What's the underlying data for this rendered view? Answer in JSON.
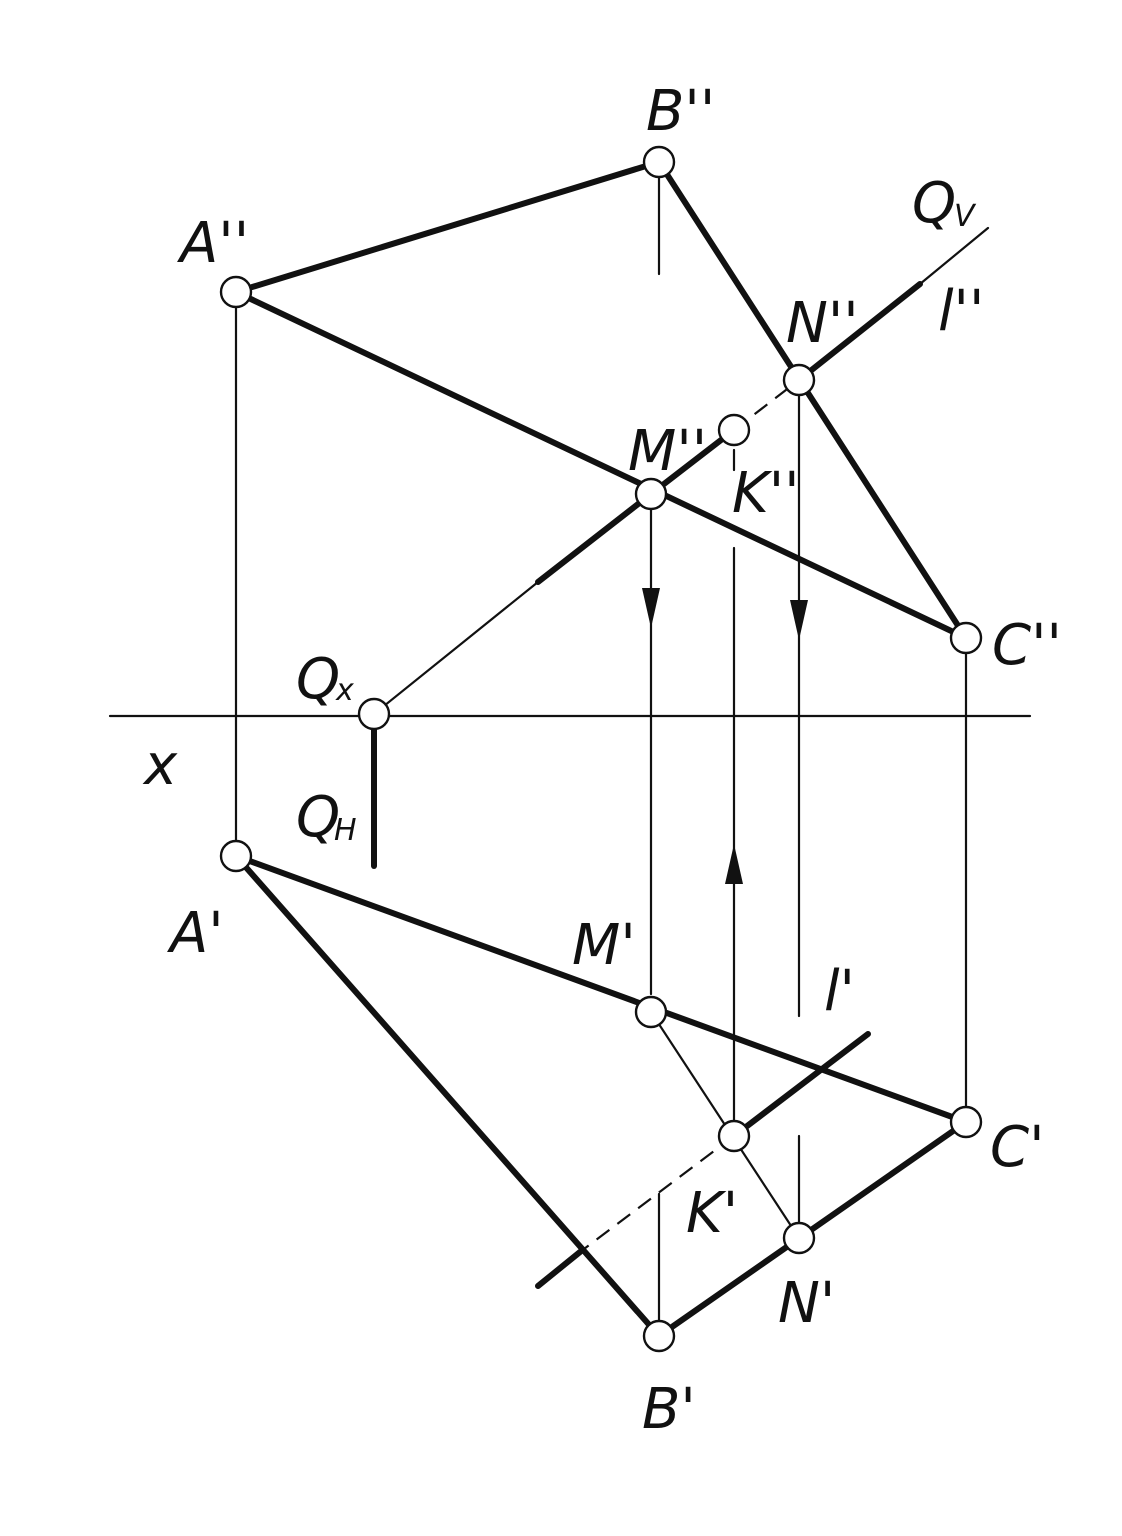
{
  "labels": {
    "B2": "B''",
    "A2": "A''",
    "N2": "N''",
    "M2": "M''",
    "K2": "K''",
    "C2": "C''",
    "Qv_main": "Q",
    "Qv_sub": "V",
    "l2": "l''",
    "Qx_main": "Q",
    "Qx_sub": "x",
    "X": "x",
    "Qh_main": "Q",
    "Qh_sub": "H",
    "A1": "A'",
    "M1": "M'",
    "l1": "l'",
    "C1": "C'",
    "K1": "K'",
    "N1": "N'",
    "B1": "B'"
  }
}
